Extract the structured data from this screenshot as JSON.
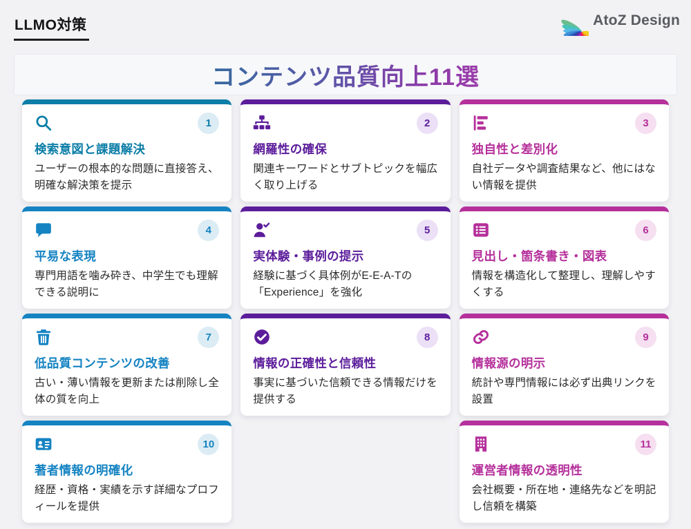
{
  "header": {
    "tag": "LLMO対策",
    "brand": "AtoZ Design"
  },
  "title": "コンテンツ品質向上11選",
  "colors": {
    "background": "#f2f2f5",
    "card_background": "#ffffff",
    "title_gradient_start": "#36699f",
    "title_gradient_end": "#9a3cab",
    "blue_accent": "#1583c2",
    "teal_accent": "#0c7ea7",
    "purple_accent": "#5c1d9b",
    "magenta_accent": "#b5309b"
  },
  "cards": [
    {
      "number": "1",
      "icon": "search",
      "accent": "#0c7ea7",
      "badge_bg": "#dcecf4",
      "title": "検索意図と課題解決",
      "desc": "ユーザーの根本的な問題に直接答え、明確な解決策を提示"
    },
    {
      "number": "2",
      "icon": "sitemap",
      "accent": "#5c1d9b",
      "badge_bg": "#ebe0f6",
      "title": "網羅性の確保",
      "desc": "関連キーワードとサブトピックを幅広く取り上げる"
    },
    {
      "number": "3",
      "icon": "bar-chart",
      "accent": "#b5309b",
      "badge_bg": "#f5dff0",
      "title": "独自性と差別化",
      "desc": "自社データや調査結果など、他にはない情報を提供"
    },
    {
      "number": "4",
      "icon": "comment",
      "accent": "#1583c2",
      "badge_bg": "#dcecf4",
      "title": "平易な表現",
      "desc": "専門用語を噛み砕き、中学生でも理解できる説明に"
    },
    {
      "number": "5",
      "icon": "user-check",
      "accent": "#5c1d9b",
      "badge_bg": "#ebe0f6",
      "title": "実体験・事例の提示",
      "desc": "経験に基づく具体例がE-E-A-Tの「Experience」を強化"
    },
    {
      "number": "6",
      "icon": "list-square",
      "accent": "#b5309b",
      "badge_bg": "#f5dff0",
      "title": "見出し・箇条書き・図表",
      "desc": "情報を構造化して整理し、理解しやすくする"
    },
    {
      "number": "7",
      "icon": "trash",
      "accent": "#1583c2",
      "badge_bg": "#dcecf4",
      "title": "低品質コンテンツの改善",
      "desc": "古い・薄い情報を更新または削除し全体の質を向上"
    },
    {
      "number": "8",
      "icon": "check-circle",
      "accent": "#5c1d9b",
      "badge_bg": "#ebe0f6",
      "title": "情報の正確性と信頼性",
      "desc": "事実に基づいた信頼できる情報だけを提供する"
    },
    {
      "number": "9",
      "icon": "link",
      "accent": "#b5309b",
      "badge_bg": "#f5dff0",
      "title": "情報源の明示",
      "desc": "統計や専門情報には必ず出典リンクを設置"
    },
    {
      "number": "10",
      "icon": "id-card",
      "accent": "#1583c2",
      "badge_bg": "#dcecf4",
      "title": "著者情報の明確化",
      "desc": "経歴・資格・実績を示す詳細なプロフィールを提供"
    },
    {
      "number": "11",
      "icon": "building",
      "accent": "#b5309b",
      "badge_bg": "#f5dff0",
      "title": "運営者情報の透明性",
      "desc": "会社概要・所在地・連絡先などを明記し信頼を構築"
    }
  ]
}
